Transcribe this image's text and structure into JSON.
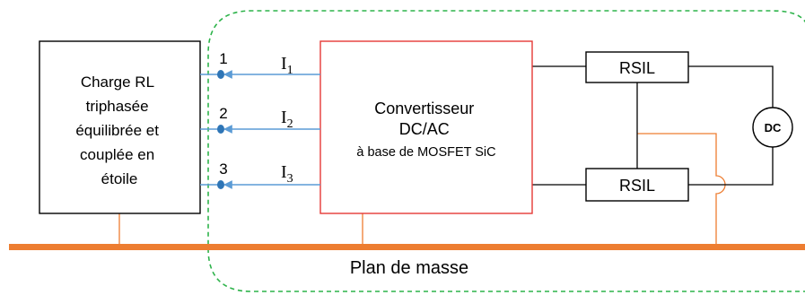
{
  "load": {
    "lines": [
      "Charge RL",
      "triphasée",
      "équilibrée et",
      "couplée en",
      "étoile"
    ]
  },
  "converter": {
    "lines": [
      "Convertisseur",
      "DC/AC"
    ],
    "subtitle": "à base de MOSFET SiC"
  },
  "phases": [
    {
      "label": "1",
      "current": "I",
      "current_sub": "1"
    },
    {
      "label": "2",
      "current": "I",
      "current_sub": "2"
    },
    {
      "label": "3",
      "current": "I",
      "current_sub": "3"
    }
  ],
  "rsil_top": {
    "label": "RSIL"
  },
  "rsil_bottom": {
    "label": "RSIL"
  },
  "dc_source": {
    "label": "DC"
  },
  "ground_plane": {
    "label": "Plan de masse"
  },
  "colors": {
    "outline": "#000000",
    "converter_border": "#e53935",
    "phase_wire": "#5b9bd5",
    "node": "#2e75b6",
    "ground": "#ed7d31",
    "dashed_region": "#2db34a"
  }
}
